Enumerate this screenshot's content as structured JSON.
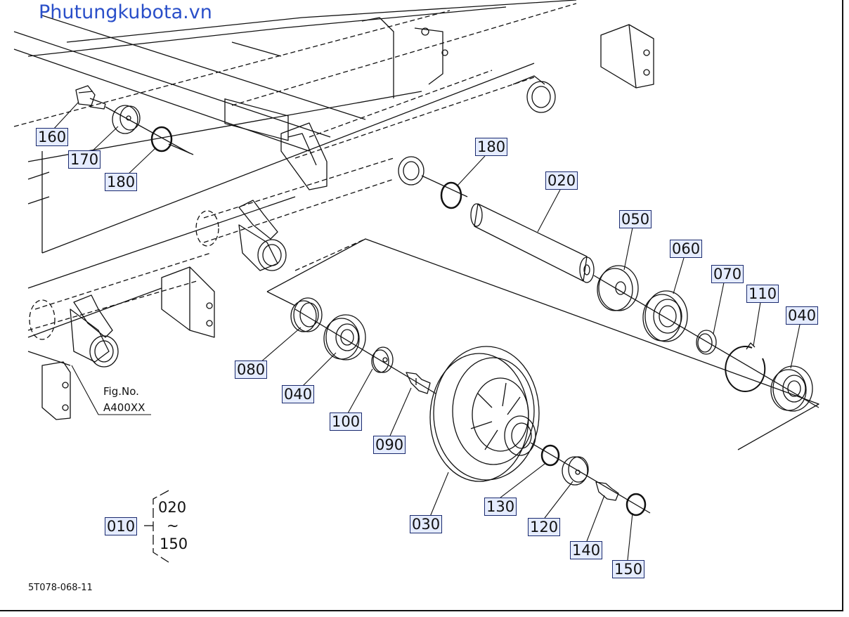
{
  "watermark": "Phutungkubota.vn",
  "figure_ref": {
    "line1": "Fig.No.",
    "line2": "A400XX"
  },
  "assembly": {
    "parent": "010",
    "from": "020",
    "tilde": "~",
    "to": "150"
  },
  "drawing_code": "5T078-068-11",
  "parts": {
    "p020": "020",
    "p030": "030",
    "p040a": "040",
    "p040b": "040",
    "p050": "050",
    "p060": "060",
    "p070": "070",
    "p080": "080",
    "p090": "090",
    "p100": "100",
    "p110": "110",
    "p120": "120",
    "p130": "130",
    "p140": "140",
    "p150": "150",
    "p160": "160",
    "p170": "170",
    "p180a": "180",
    "p180b": "180"
  }
}
